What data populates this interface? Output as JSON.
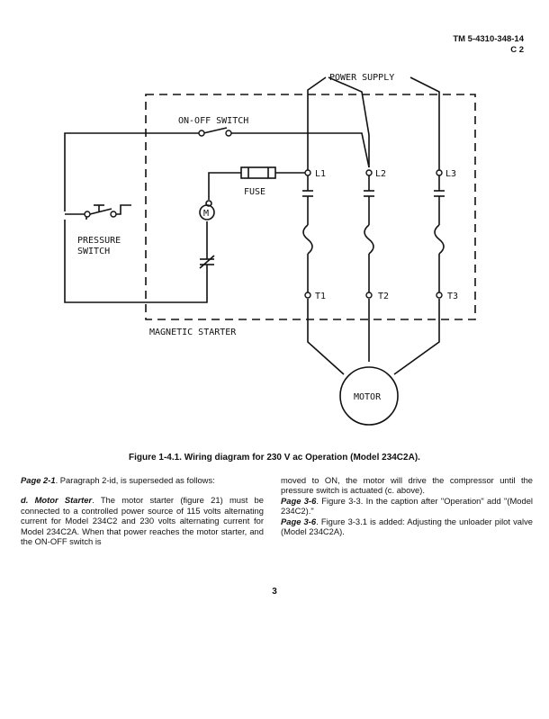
{
  "header": {
    "doc_id": "TM 5-4310-348-14",
    "change": "C 2"
  },
  "diagram": {
    "power_supply": "POWER SUPPLY",
    "on_off_switch": "ON-OFF SWITCH",
    "fuse": "FUSE",
    "pressure_switch_1": "PRESSURE",
    "pressure_switch_2": "SWITCH",
    "magnetic_starter": "MAGNETIC STARTER",
    "motor": "MOTOR",
    "motor_small": "M",
    "l1": "L1",
    "l2": "L2",
    "l3": "L3",
    "t1": "T1",
    "t2": "T2",
    "t3": "T3"
  },
  "caption": "Figure 1-4.1. Wiring diagram for 230 V ac Operation (Model 234C2A).",
  "body": {
    "p1_lead": "Page 2-1",
    "p1_text": ". Paragraph 2-id, is superseded as follows:",
    "p2_lead": "d. Motor Starter",
    "p2_text": ". The motor starter (figure 21) must be connected to a controlled power source of 115 volts alternating current for Model 234C2 and 230 volts alternating current for Model 234C2A. When that power reaches the motor starter, and the ON-OFF switch is",
    "p3_text": "moved to ON, the motor will drive the compressor until the pressure switch is actuated (c. above).",
    "p4_lead": "Page 3-6",
    "p4_text": ". Figure 3-3. In the caption after \"Operation\" add \"(Model 234C2).\"",
    "p5_lead": "Page 3-6",
    "p5_text": ". Figure 3-3.1 is added: Adjusting the unloader pilot valve (Model 234C2A)."
  },
  "page_number": "3"
}
